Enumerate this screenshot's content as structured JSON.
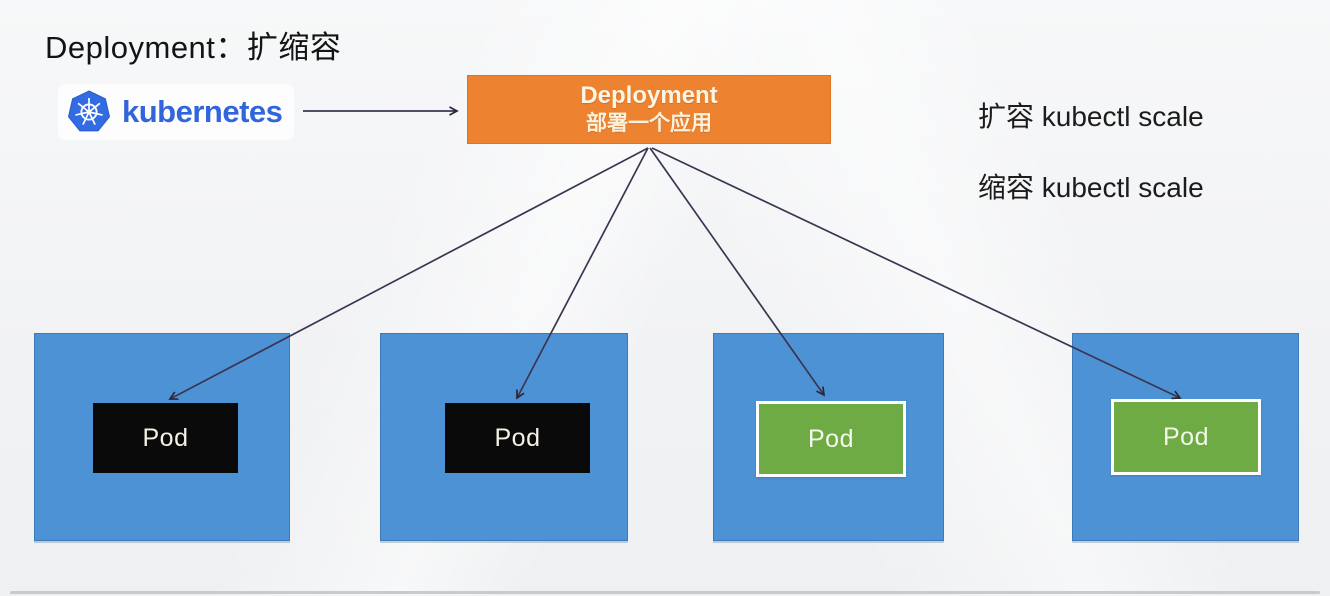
{
  "title": "Deployment：扩缩容",
  "kubernetes": {
    "name": "kubernetes"
  },
  "deployment": {
    "title": "Deployment",
    "subtitle": "部署一个应用"
  },
  "commands": {
    "scale_up": "扩容 kubectl scale",
    "scale_down": "缩容 kubectl scale"
  },
  "nodes": [
    {
      "pod": "Pod",
      "pod_style": "black"
    },
    {
      "pod": "Pod",
      "pod_style": "black"
    },
    {
      "pod": "Pod",
      "pod_style": "green"
    },
    {
      "pod": "Pod",
      "pod_style": "green"
    }
  ],
  "colors": {
    "kubernetes_blue": "#326CE5",
    "deployment_orange": "#ED8330",
    "node_blue": "#4E92D6",
    "pod_black": "#0A0A0A",
    "pod_green": "#6FAB44",
    "arrow": "#3B3650"
  }
}
